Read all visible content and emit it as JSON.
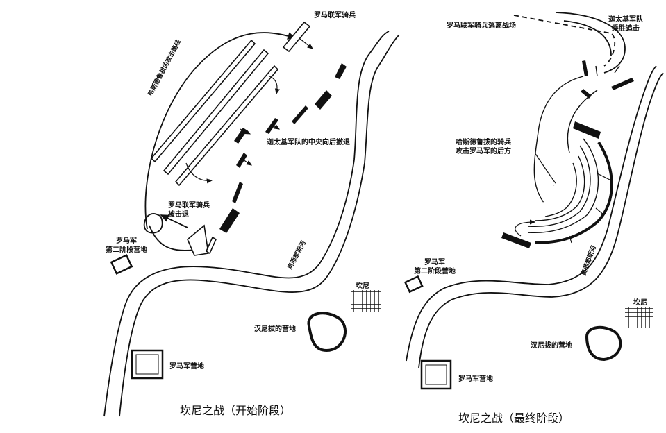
{
  "maps": [
    {
      "caption": "坎尼之战（开始阶段）",
      "labels": {
        "roman_cavalry": "罗马联军骑兵",
        "hasdrubal_route": "哈斯德鲁拔的攻击路线",
        "carthage_center": "迦太基军队的中央向后撤退",
        "roman_cavalry_repulsed_1": "罗马联军骑兵",
        "roman_cavalry_repulsed_2": "被击退",
        "roman_camp2_1": "罗马军",
        "roman_camp2_2": "第二阶段营地",
        "river": "奥菲都斯河",
        "cannae": "坎尼",
        "hannibal_camp": "汉尼拔的营地",
        "roman_camp": "罗马军营地"
      }
    },
    {
      "caption": "坎尼之战（最终阶段）",
      "labels": {
        "roman_cavalry_flee": "罗马联军骑兵逃离战场",
        "carthage_pursuit_1": "迦太基军队",
        "carthage_pursuit_2": "乘胜追击",
        "hasdrubal_cavalry_1": "哈斯德鲁拔的骑兵",
        "hasdrubal_cavalry_2": "攻击罗马军的后方",
        "roman_camp2_1": "罗马军",
        "roman_camp2_2": "第二阶段营地",
        "river": "奥菲都斯河",
        "cannae": "坎尼",
        "hannibal_camp": "汉尼拔的营地",
        "roman_camp": "罗马军营地"
      }
    }
  ]
}
